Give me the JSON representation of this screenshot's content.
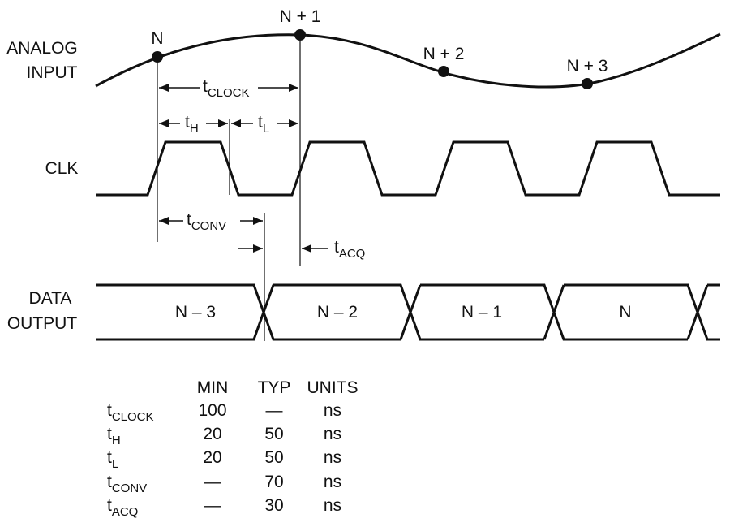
{
  "signals": {
    "analog_input": [
      "ANALOG",
      "INPUT"
    ],
    "clk": "CLK",
    "data_output": [
      "DATA",
      "OUTPUT"
    ]
  },
  "sample_points": [
    "N",
    "N + 1",
    "N + 2",
    "N + 3"
  ],
  "data_words": [
    "N – 3",
    "N – 2",
    "N – 1",
    "N"
  ],
  "timing_markers": {
    "tclock": {
      "main": "t",
      "sub": "CLOCK"
    },
    "th": {
      "main": "t",
      "sub": "H"
    },
    "tl": {
      "main": "t",
      "sub": "L"
    },
    "tconv": {
      "main": "t",
      "sub": "CONV"
    },
    "tacq": {
      "main": "t",
      "sub": "ACQ"
    }
  },
  "spec_table": {
    "headers": [
      "MIN",
      "TYP",
      "UNITS"
    ],
    "rows": [
      {
        "param": "t",
        "param_sub": "CLOCK",
        "min": "100",
        "typ": "—",
        "units": "ns"
      },
      {
        "param": "t",
        "param_sub": "H",
        "min": "20",
        "typ": "50",
        "units": "ns"
      },
      {
        "param": "t",
        "param_sub": "L",
        "min": "20",
        "typ": "50",
        "units": "ns"
      },
      {
        "param": "t",
        "param_sub": "CONV",
        "min": "—",
        "typ": "70",
        "units": "ns"
      },
      {
        "param": "t",
        "param_sub": "ACQ",
        "min": "—",
        "typ": "30",
        "units": "ns"
      }
    ]
  }
}
